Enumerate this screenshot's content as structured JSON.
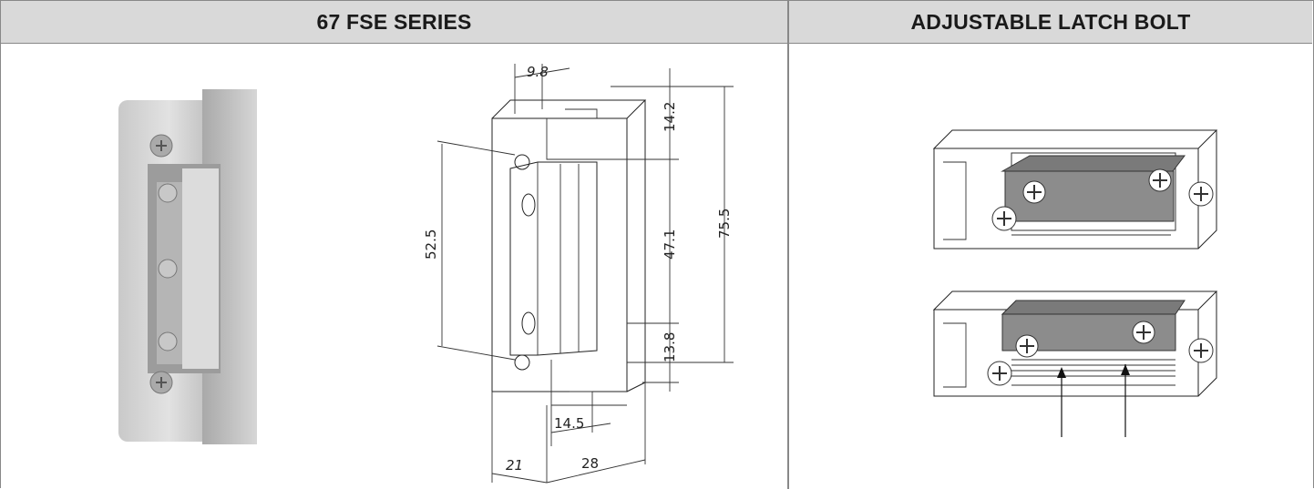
{
  "headers": {
    "left": "67 FSE SERIES",
    "right": "ADJUSTABLE LATCH BOLT"
  },
  "dimensions": {
    "top_width": "9.8",
    "top_offset": "14.2",
    "hole_spacing": "52.5",
    "latch_height": "47.1",
    "total_height": "75.5",
    "bottom_offset": "13.8",
    "faceplate_offset": "14.5",
    "depth": "21",
    "width": "28"
  }
}
